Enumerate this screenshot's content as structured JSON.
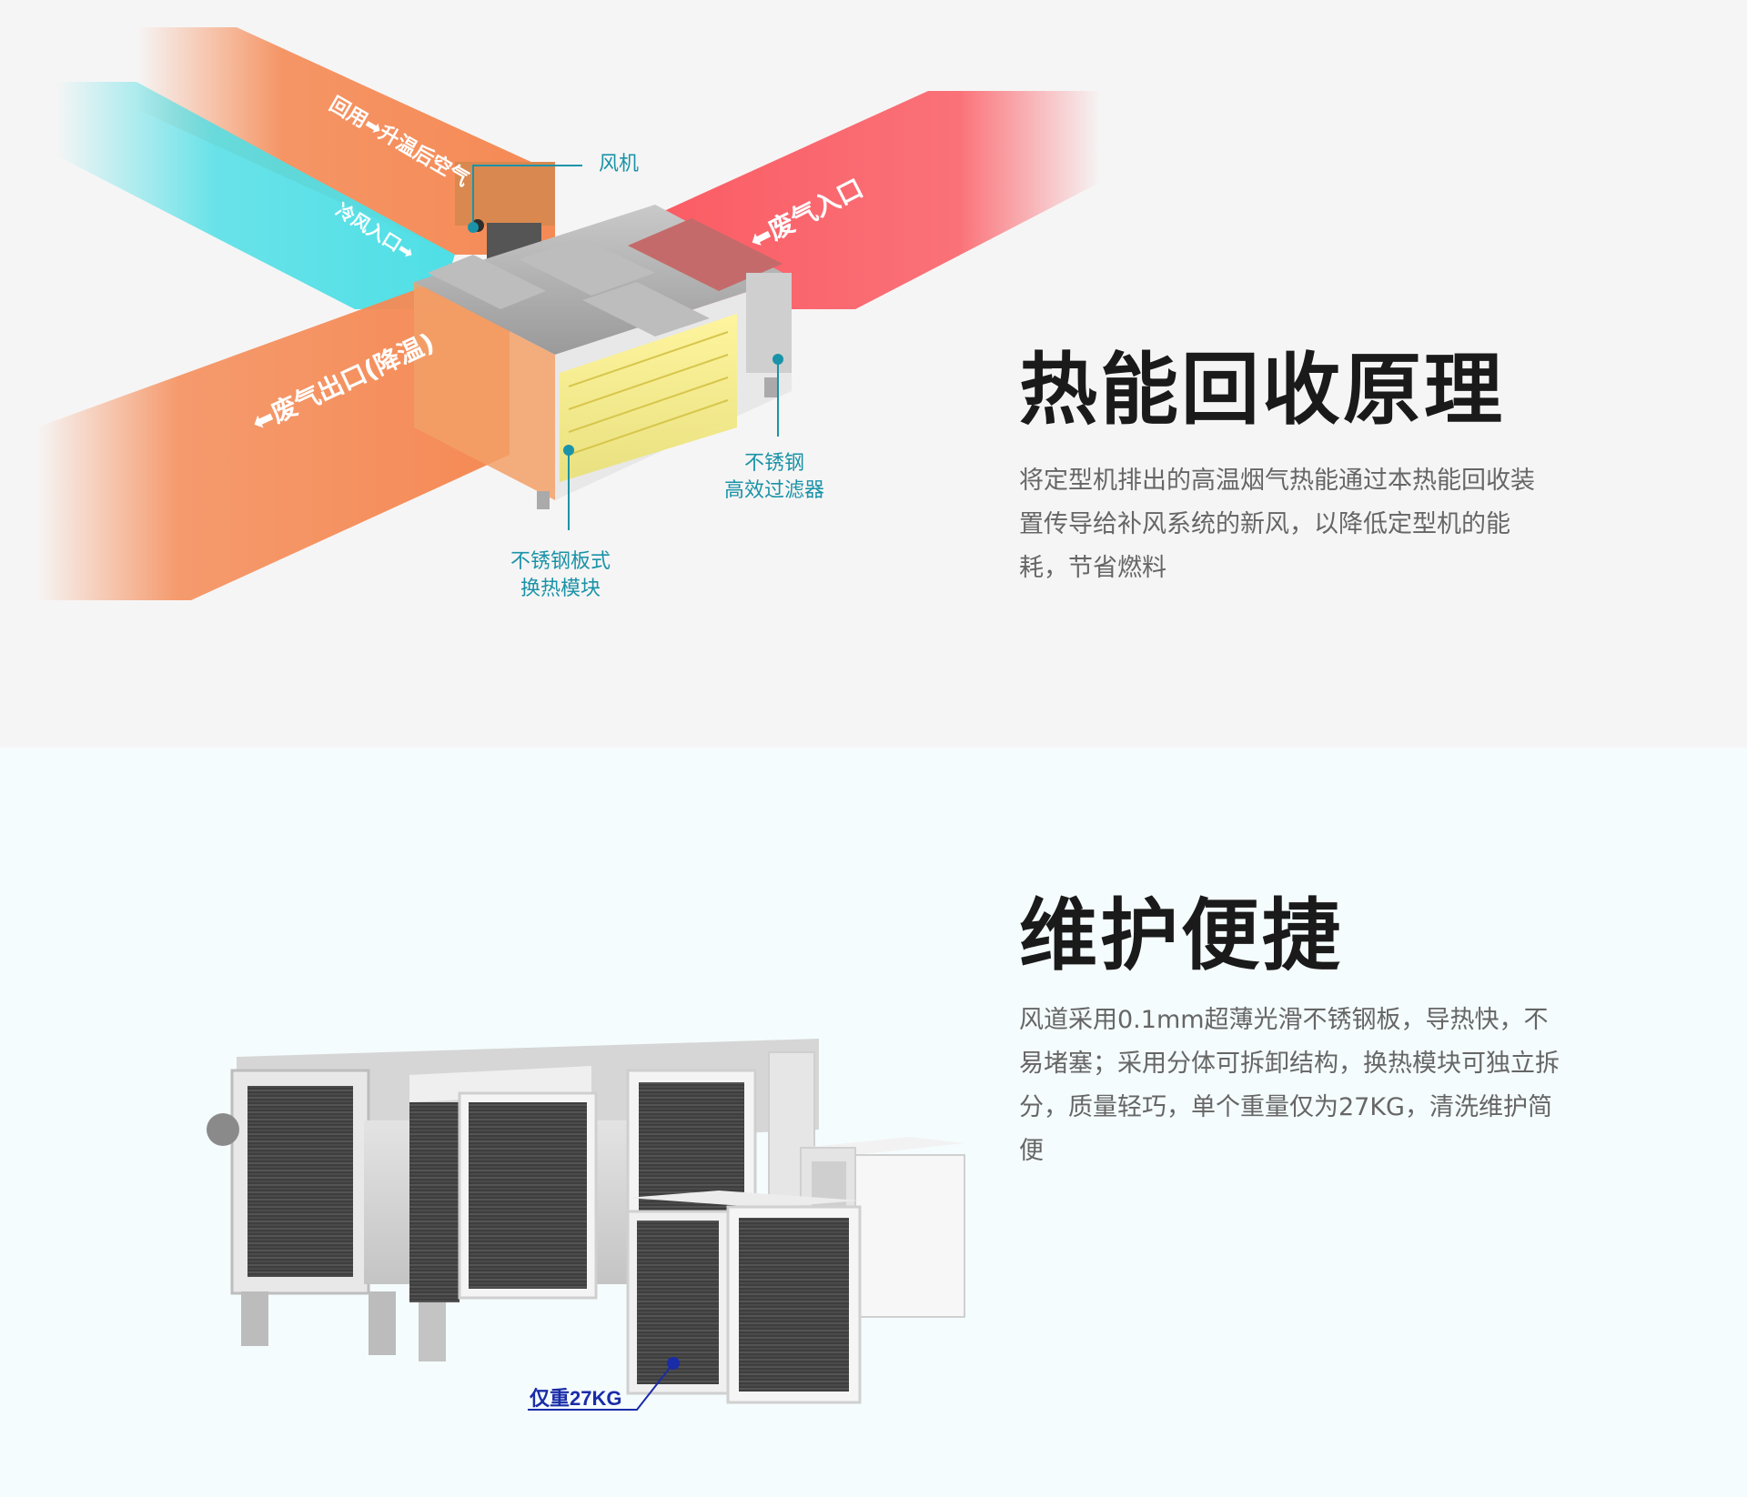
{
  "section_heat": {
    "title": "热能回收原理",
    "description": "将定型机排出的高温烟气热能通过本热能回收装置传导给补风系统的新风，以降低定型机的能耗，节省燃料",
    "labels": {
      "fan": "风机",
      "filter_line1": "不锈钢",
      "filter_line2": "高效过滤器",
      "module_line1": "不锈钢板式",
      "module_line2": "换热模块",
      "duct_return": "回用➡升温后空气",
      "duct_cold_in": "冷风入口➡",
      "duct_waste_in": "⬅废气入口",
      "duct_waste_out": "⬅废气出口(降温)"
    },
    "colors": {
      "orange_duct": "#f58a55",
      "cyan_duct": "#4fdfe6",
      "red_duct": "#fb5a62",
      "callout": "#1a93a8"
    }
  },
  "section_maintain": {
    "title": "维护便捷",
    "description": "风道采用0.1mm超薄光滑不锈钢板，导热快，不易堵塞；采用分体可拆卸结构，换热模块可独立拆分，质量轻巧，单个重量仅为27KG，清洗维护简便",
    "weight_label": "仅重27KG",
    "colors": {
      "weight_label": "#1a2ca8"
    }
  }
}
